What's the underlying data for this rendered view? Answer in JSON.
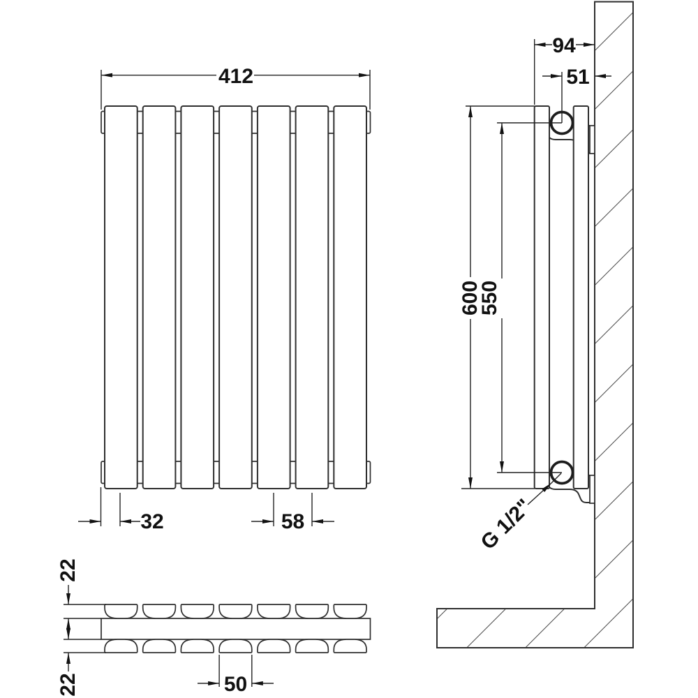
{
  "drawing": {
    "type": "radiator installation technical drawing",
    "front_view": {
      "overall_width": "412",
      "end_to_first_channel": "32",
      "channel_pitch": "58"
    },
    "side_view": {
      "depth_to_wall": "94",
      "pipe_centre_to_wall": "51",
      "overall_height": "600",
      "pipe_centres": "550",
      "connection_size": "G 1/2\""
    },
    "section_view": {
      "panel_depth_front": "22",
      "panel_depth_rear": "22",
      "panel_width": "50"
    },
    "colors": {
      "line": "#2e2e2e",
      "text": "#111111",
      "background": "#ffffff"
    }
  }
}
